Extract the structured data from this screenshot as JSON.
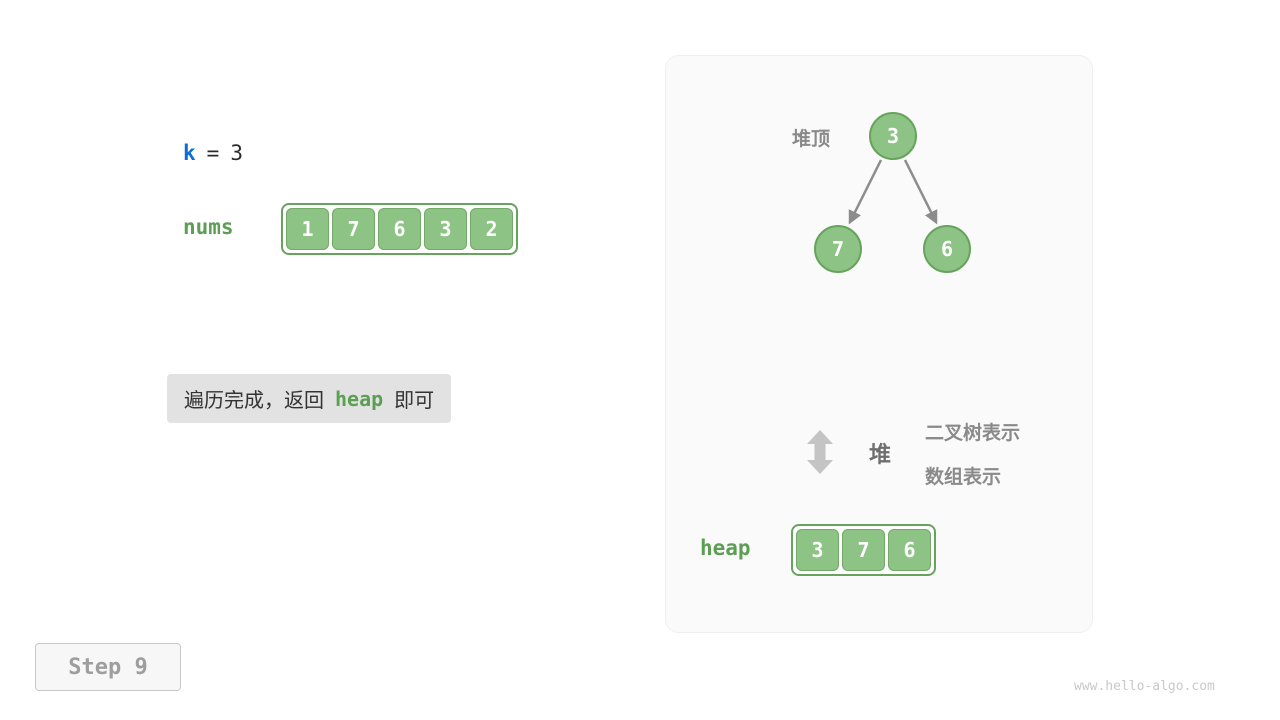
{
  "colors": {
    "green-fill": "#8DC485",
    "green-border": "#67A35D",
    "green-text": "#5C9E53",
    "blue-text": "#0C6DD6",
    "dark-text": "#2B2B2B",
    "gray-text": "#8A8A8A",
    "legend-dark": "#6E6E6E",
    "arrow-gray": "#8C8C8C",
    "panel-bg": "#FAFAFA",
    "panel-border": "#EFEFEF",
    "callout-bg": "#E2E2E2",
    "step-text": "#9E9E9E",
    "step-border": "#C9C9C9",
    "step-bg": "#F7F7F7",
    "watermark": "#C9C9C9"
  },
  "left": {
    "k_label": "k",
    "k_equals": "=",
    "k_value": "3",
    "nums_label": "nums",
    "nums_values": [
      "1",
      "7",
      "6",
      "3",
      "2"
    ],
    "callout_pre": "遍历完成，返回",
    "callout_code": "heap",
    "callout_post": "即可"
  },
  "panel": {
    "tree": {
      "root": "3",
      "root_label": "堆顶",
      "left_child": "7",
      "right_child": "6"
    },
    "legend": {
      "heap_label": "堆",
      "tree_repr": "二叉树表示",
      "array_repr": "数组表示"
    },
    "heap_label": "heap",
    "heap_values": [
      "3",
      "7",
      "6"
    ]
  },
  "footer": {
    "step_label": "Step 9",
    "watermark": "www.hello-algo.com"
  }
}
